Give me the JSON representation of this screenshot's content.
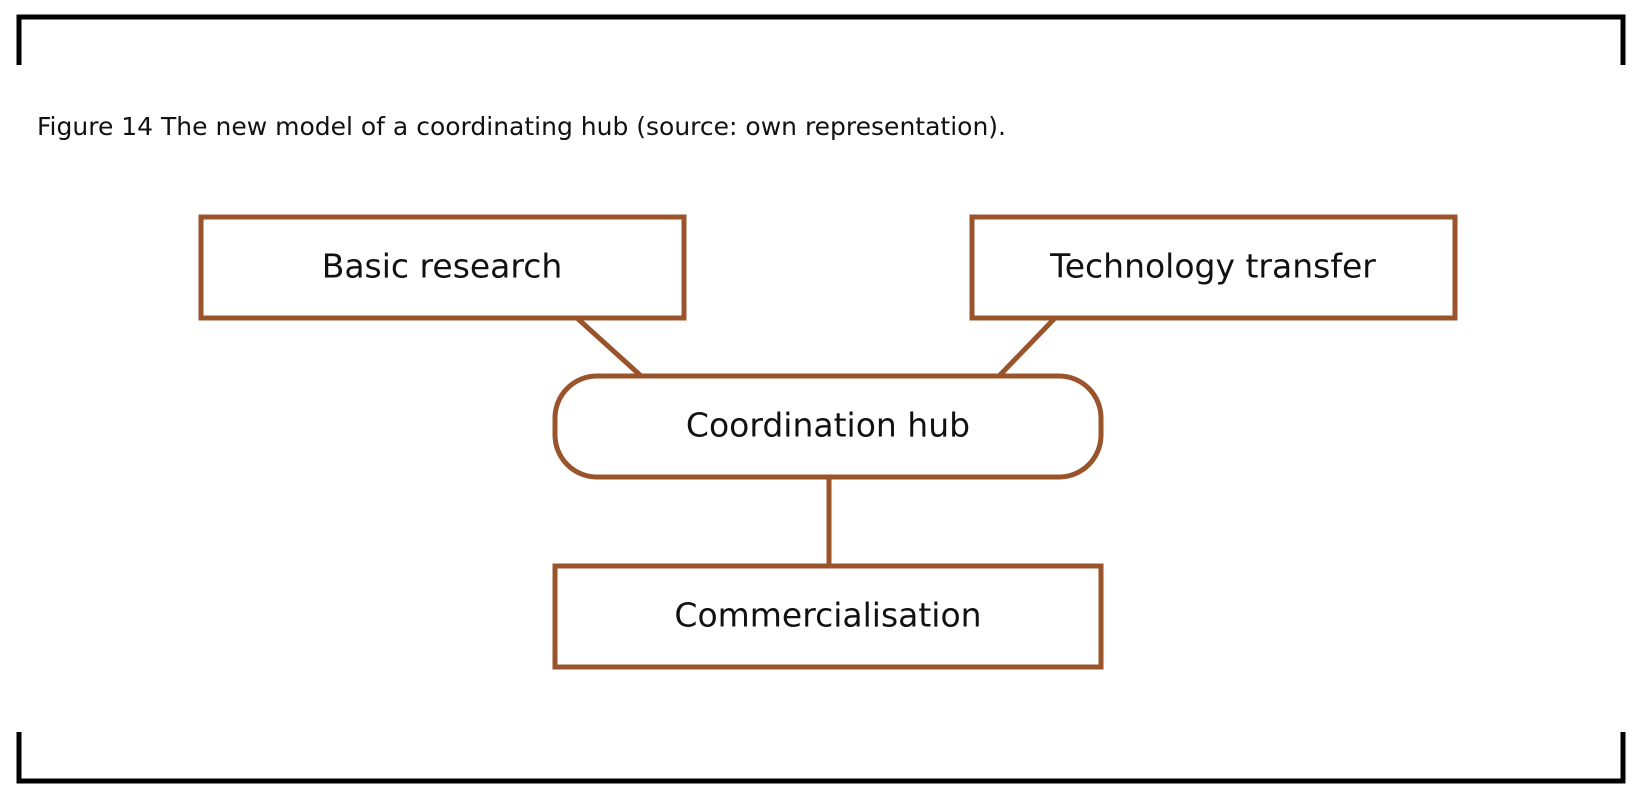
{
  "caption": "Figure 14 The new model of a coordinating hub (source: own representation).",
  "colors": {
    "node_stroke": "#9a542c",
    "frame": "#000000",
    "text": "#111111"
  },
  "diagram": {
    "nodes": {
      "basic_research": "Basic research",
      "technology_transfer": "Technology transfer",
      "coordination_hub": "Coordination hub",
      "commercialisation": "Commercialisation"
    },
    "edges": [
      {
        "from": "basic_research",
        "to": "coordination_hub"
      },
      {
        "from": "technology_transfer",
        "to": "coordination_hub"
      },
      {
        "from": "coordination_hub",
        "to": "commercialisation"
      }
    ]
  }
}
